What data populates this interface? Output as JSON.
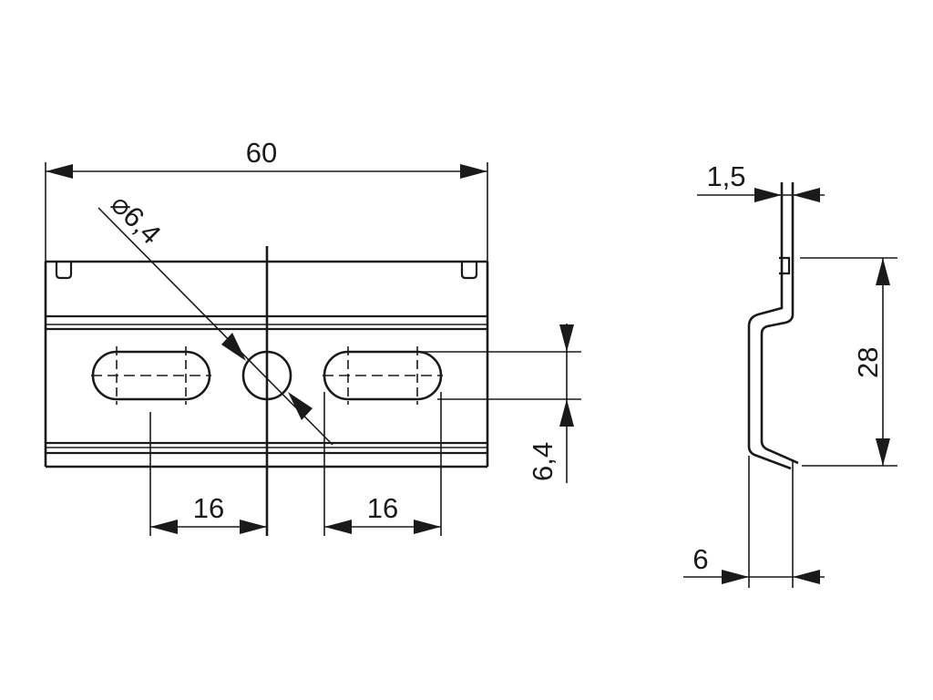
{
  "front_view": {
    "width_dim": "60",
    "hole_dia_dim": "⌀6,4",
    "pitch_left_dim": "16",
    "pitch_right_dim": "16",
    "slot_width_dim": "6,4"
  },
  "side_view": {
    "thickness_dim": "1,5",
    "height_dim": "28",
    "depth_dim": "6"
  },
  "colors": {
    "line": "#1a1a1a",
    "background": "#ffffff"
  }
}
